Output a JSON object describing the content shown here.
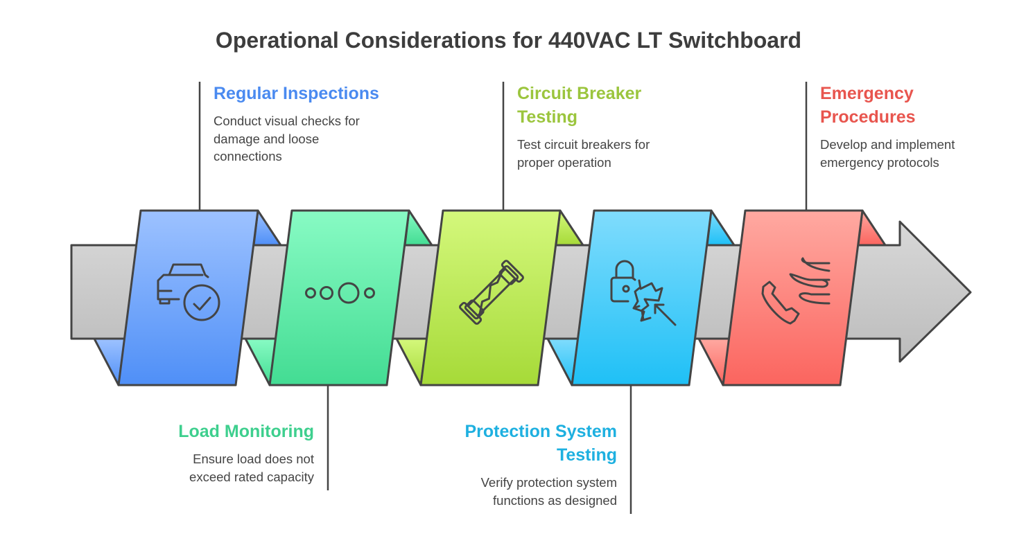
{
  "title": "Operational Considerations for 440VAC LT Switchboard",
  "steps": [
    {
      "title": "Regular Inspections",
      "description": "Conduct visual checks for damage and loose connections",
      "icon": "car-check-icon",
      "color": "#4a8af0",
      "grad": [
        "#9dc2ff",
        "#4f8ff7"
      ]
    },
    {
      "title": "Load Monitoring",
      "description": "Ensure load does not exceed rated capacity",
      "icon": "circles-icon",
      "color": "#3ecf8e",
      "grad": [
        "#88fbc4",
        "#43dc93"
      ]
    },
    {
      "title": "Circuit Breaker Testing",
      "description": "Test circuit breakers for proper operation",
      "icon": "fuse-icon",
      "color": "#9bc53d",
      "grad": [
        "#d4f87c",
        "#a6da38"
      ]
    },
    {
      "title": "Protection System Testing",
      "description": "Verify protection system functions as designed",
      "icon": "lock-breach-icon",
      "color": "#1eb0e0",
      "grad": [
        "#80dcfd",
        "#1fc0f6"
      ]
    },
    {
      "title": "Emergency Procedures",
      "description": "Develop and implement emergency protocols",
      "icon": "phone-wind-icon",
      "color": "#e8554e",
      "grad": [
        "#ffa9a1",
        "#fb655f"
      ]
    }
  ]
}
